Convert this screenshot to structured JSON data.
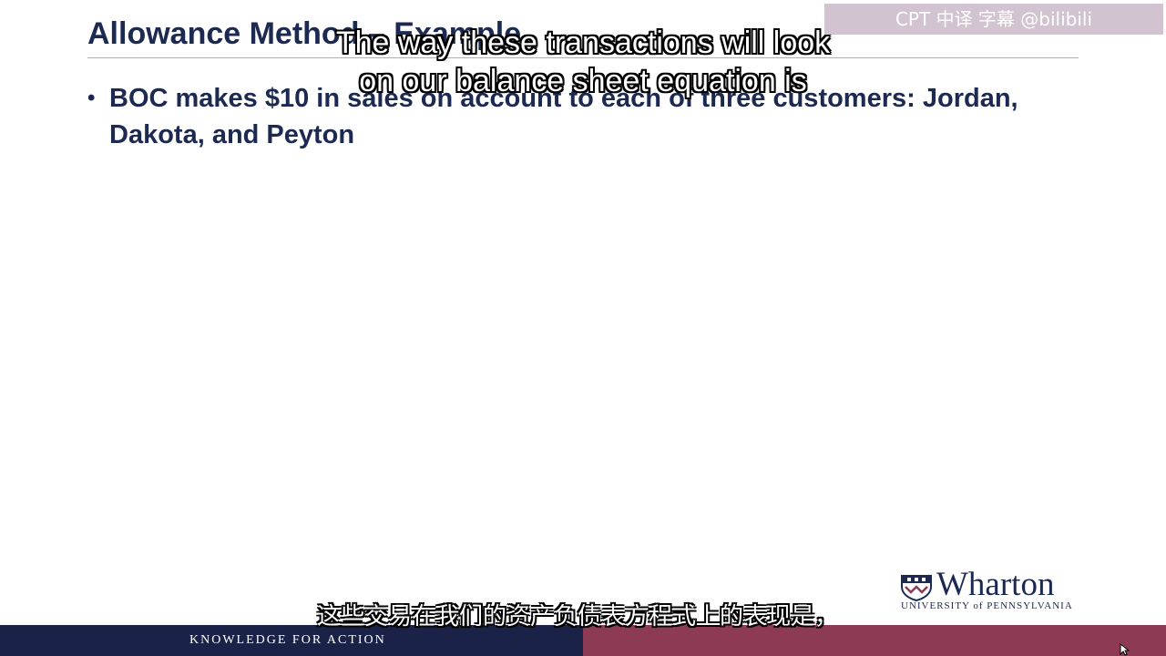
{
  "slide": {
    "title": "Allowance Method – Example",
    "bullets": [
      {
        "symbol": "•",
        "text": "BOC makes $10 in sales on account to each of three customers: Jordan, Dakota, and Peyton"
      }
    ]
  },
  "watermark": {
    "text": "CPT 中译 字幕 @bilibili"
  },
  "subtitles": {
    "english_lines": [
      "The way these transactions will look",
      "on our balance sheet equation is"
    ],
    "chinese": "这些交易在我们的资产负债表方程式上的表现是，"
  },
  "logo": {
    "name": "Wharton",
    "subtitle": "UNIVERSITY of PENNSYLVANIA",
    "icon": "shield-icon"
  },
  "footer": {
    "tagline": "KNOWLEDGE FOR ACTION"
  },
  "colors": {
    "navy": "#1c2a52",
    "footer_navy": "#1a2347",
    "footer_accent": "#8d3a55"
  }
}
